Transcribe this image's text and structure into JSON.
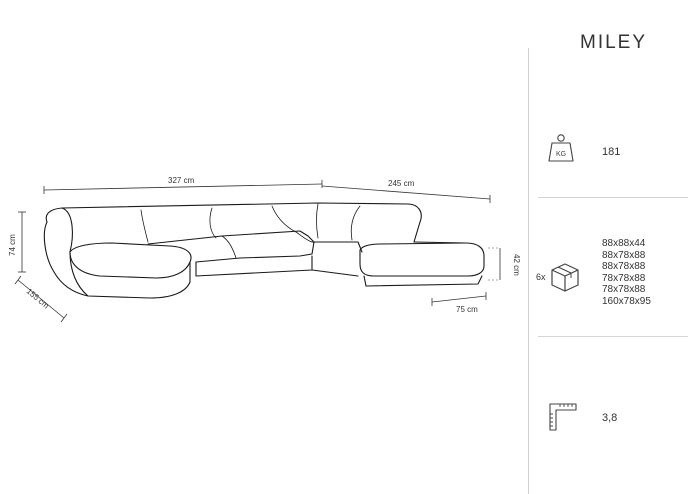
{
  "product": {
    "name": "MILEY"
  },
  "dimensions": {
    "width": "327 cm",
    "side_length": "245 cm",
    "height": "74 cm",
    "depth": "155 cm",
    "seat_depth": "75 cm",
    "seat_height": "42 cm"
  },
  "specs": {
    "weight": {
      "icon": "weight-kg-icon",
      "icon_text": "KG",
      "value": "181"
    },
    "packages": {
      "icon": "package-box-icon",
      "count": "6x",
      "sizes": [
        "88x88x44",
        "88x78x88",
        "88x78x88",
        "78x78x88",
        "78x78x88",
        "160x78x95"
      ]
    },
    "seat_height": {
      "icon": "seat-height-icon",
      "value": "3,8"
    }
  }
}
